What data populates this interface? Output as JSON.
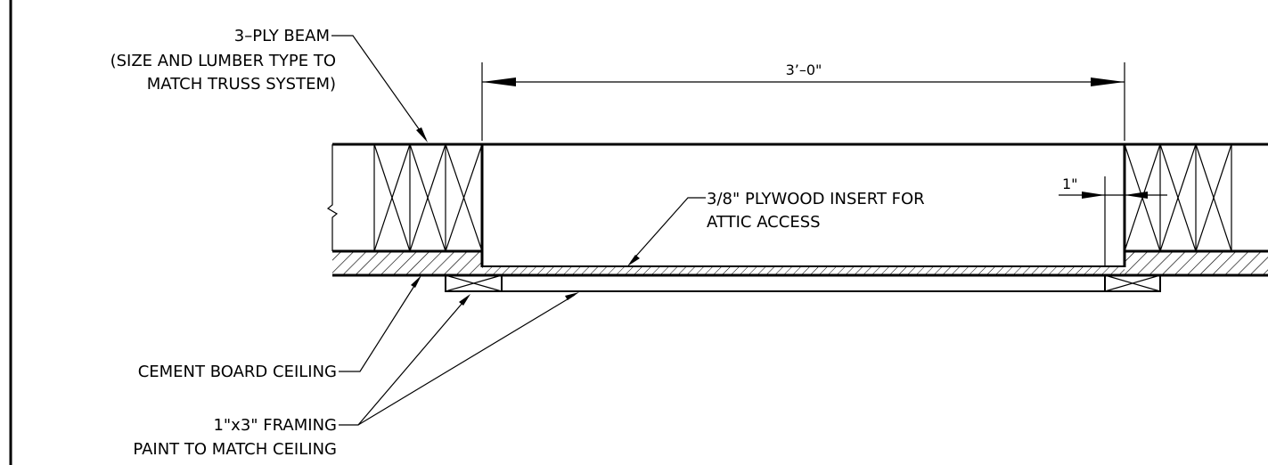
{
  "labels": {
    "beam_line1": "3–PLY BEAM",
    "beam_line2": "(SIZE AND LUMBER TYPE TO",
    "beam_line3": "MATCH TRUSS SYSTEM)",
    "plywood_line1": "3/8\" PLYWOOD INSERT FOR",
    "plywood_line2": "ATTIC ACCESS",
    "cement": "CEMENT BOARD CEILING",
    "framing_line1": "1\"x3\" FRAMING",
    "framing_line2": "PAINT TO MATCH CEILING"
  },
  "dimensions": {
    "opening_width": "3’–0\"",
    "gap": "1\""
  }
}
